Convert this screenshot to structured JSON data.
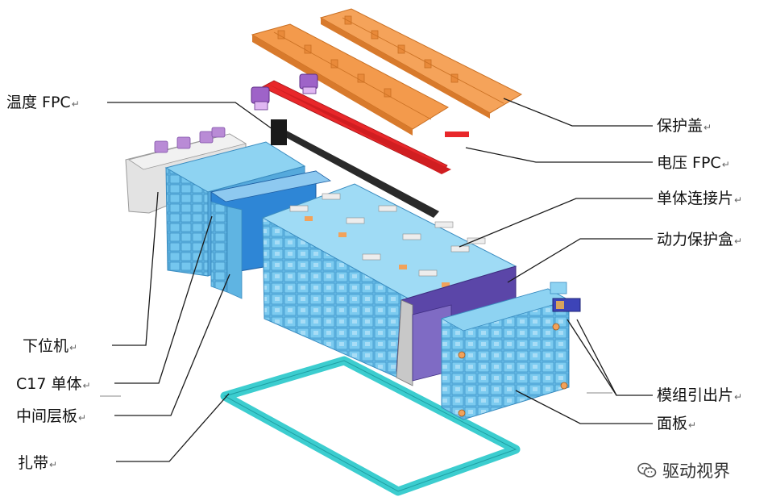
{
  "labels": {
    "temp_fpc": "温度 FPC",
    "lower_machine": "下位机",
    "cell_c17": "C17 单体",
    "middle_plate": "中间层板",
    "strap": "扎带",
    "protective_cover": "保护盖",
    "voltage_fpc": "电压 FPC",
    "cell_connector": "单体连接片",
    "power_box": "动力保护盒",
    "module_lead": "模组引出片",
    "panel": "面板"
  },
  "return_mark": "↵",
  "watermark": {
    "text": "驱动视界",
    "icon": "wechat-icon"
  },
  "colors": {
    "cover_orange": "#F39A4C",
    "voltage_fpc_red": "#E8272A",
    "module_blue": "#6EC1EA",
    "module_blue_dark": "#2E86D6",
    "strap_teal": "#3CCDCF",
    "power_box_purple": "#5B46A8",
    "temp_fpc_dark": "#2a2a2a",
    "plug_purple": "#B98BD6"
  }
}
